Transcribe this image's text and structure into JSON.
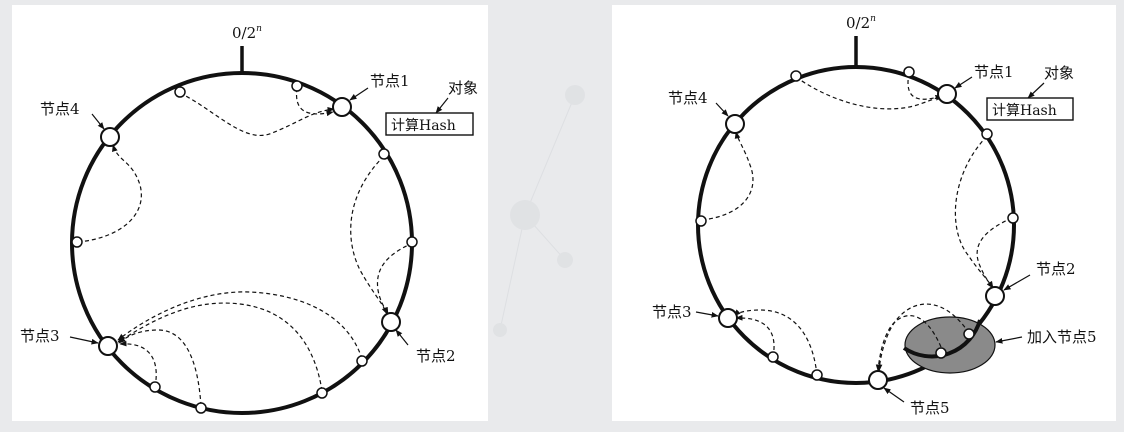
{
  "left_panel": {
    "zero_label": "0/2",
    "zero_sup": "n",
    "node1_label": "节点1",
    "node2_label": "节点2",
    "node3_label": "节点3",
    "node4_label": "节点4",
    "object_label": "对象",
    "hash_box_label": "计算Hash"
  },
  "right_panel": {
    "zero_label": "0/2",
    "zero_sup": "n",
    "node1_label": "节点1",
    "node2_label": "节点2",
    "node3_label": "节点3",
    "node4_label": "节点4",
    "node5_label": "节点5",
    "object_label": "对象",
    "hash_box_label": "计算Hash",
    "add_node_label": "加入节点5"
  },
  "colors": {
    "background": "#e9eaec",
    "panel": "#ffffff",
    "ring": "#111111",
    "highlight": "#8a8a8a"
  }
}
